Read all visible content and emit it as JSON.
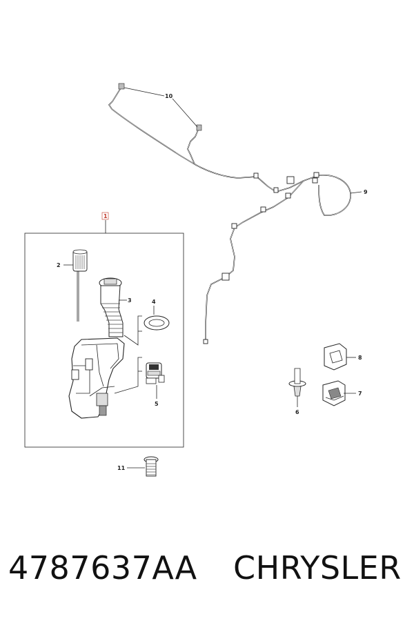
{
  "diagram": {
    "callouts": {
      "c1": "1",
      "c2": "2",
      "c3": "3",
      "c4": "4",
      "c5": "5",
      "c6": "6",
      "c7": "7",
      "c8": "8",
      "c9": "9",
      "c10": "10",
      "c11": "11"
    }
  },
  "footer": {
    "part_number": "4787637AA",
    "brand": "CHRYSLER"
  }
}
